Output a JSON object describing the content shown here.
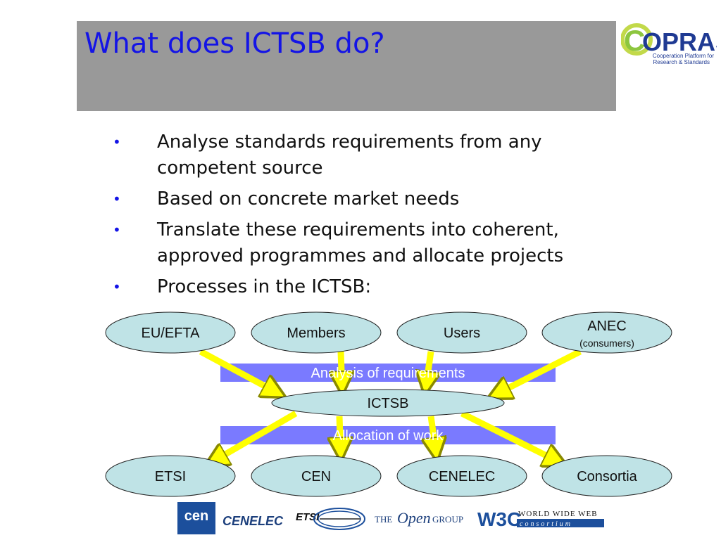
{
  "slide": {
    "title": "What does ICTSB do?",
    "accent_title_color": "#1414e6",
    "title_band_color": "#999999"
  },
  "logo_opras": {
    "wordmark": "OPRAS",
    "lead_letter": "C",
    "tagline_line1": "Cooperation Platform for",
    "tagline_line2": "Research & Standards",
    "colors": {
      "lead": "#8dc63f",
      "wordmark": "#1f3a93",
      "ring": "#c2d94a"
    }
  },
  "bullets": [
    {
      "text": "Analyse standards requirements from any competent source"
    },
    {
      "text": "Based on concrete market needs"
    },
    {
      "text": "Translate these requirements into coherent, approved programmes and allocate projects"
    },
    {
      "text": "Processes in the ICTSB:"
    }
  ],
  "diagram": {
    "colors": {
      "node_fill": "#bfe3e6",
      "band_fill": "#7a7aff",
      "arrow_fill": "#ffff00",
      "arrow_stroke": "#8a8a00"
    },
    "top_nodes": [
      {
        "label": "EU/EFTA"
      },
      {
        "label": "Members"
      },
      {
        "label": "Users"
      },
      {
        "label": "ANEC",
        "sub": "(consumers)"
      }
    ],
    "center_node": {
      "label": "ICTSB"
    },
    "bands": {
      "analysis": "Analysis of requirements",
      "allocation": "Allocation of work"
    },
    "bottom_nodes": [
      {
        "label": "ETSI"
      },
      {
        "label": "CEN"
      },
      {
        "label": "CENELEC"
      },
      {
        "label": "Consortia"
      }
    ]
  },
  "footer_logos": {
    "cen": "cen",
    "cenelec": "CENELEC",
    "etsi": "ETSI",
    "open_group_the": "THE",
    "open_group_open": "Open",
    "open_group_group": "GROUP",
    "w3c": "W3C",
    "www_line1": "WORLD WIDE WEB",
    "www_line2": "consortium"
  }
}
